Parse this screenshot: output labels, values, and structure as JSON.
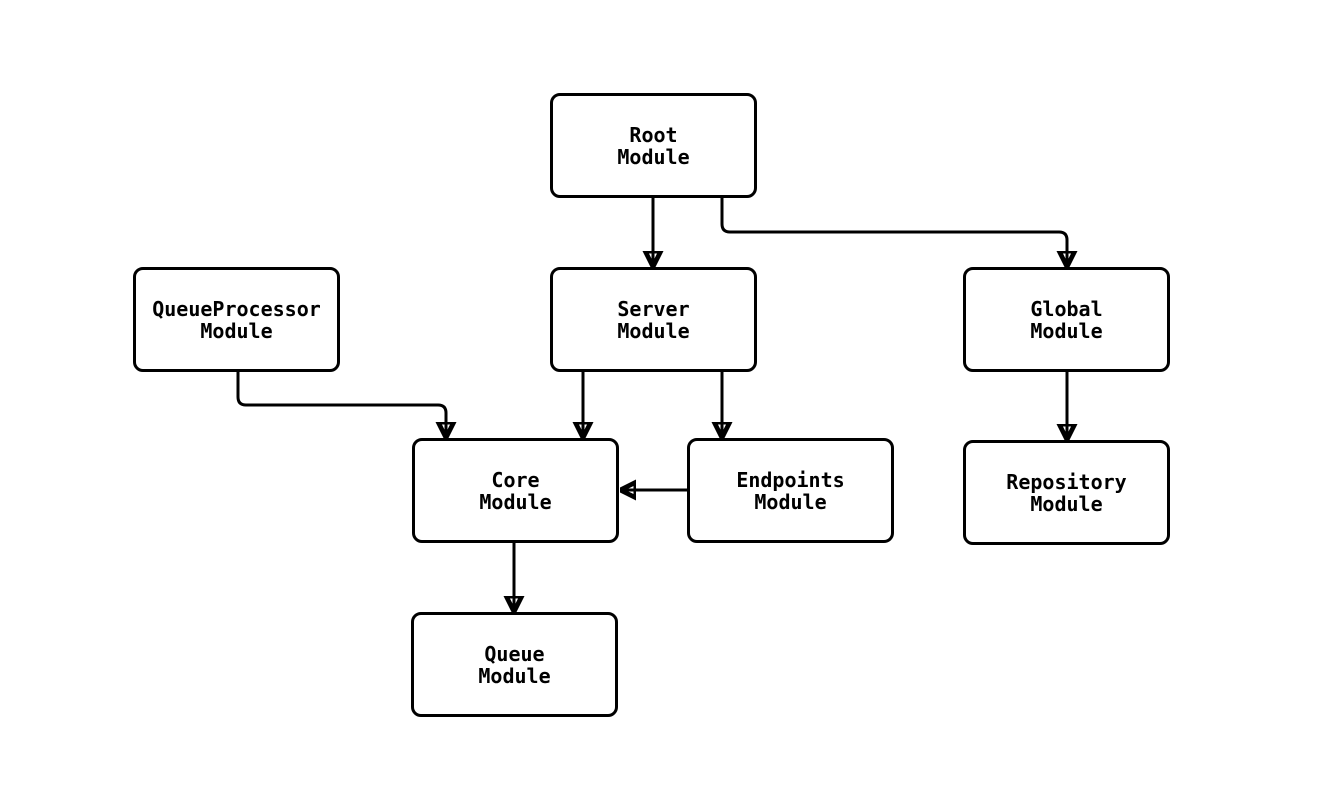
{
  "diagram": {
    "type": "flowchart",
    "background_color": "#ffffff",
    "stroke_color": "#000000",
    "text_color": "#000000",
    "nodes": {
      "root": {
        "line1": "Root",
        "line2": "Module"
      },
      "queueprocessor": {
        "line1": "QueueProcessor",
        "line2": "Module"
      },
      "server": {
        "line1": "Server",
        "line2": "Module"
      },
      "global": {
        "line1": "Global",
        "line2": "Module"
      },
      "core": {
        "line1": "Core",
        "line2": "Module"
      },
      "endpoints": {
        "line1": "Endpoints",
        "line2": "Module"
      },
      "repository": {
        "line1": "Repository",
        "line2": "Module"
      },
      "queue": {
        "line1": "Queue",
        "line2": "Module"
      }
    },
    "edges": [
      {
        "from": "Root Module",
        "to": "Server Module"
      },
      {
        "from": "Root Module",
        "to": "Global Module"
      },
      {
        "from": "QueueProcessor Module",
        "to": "Core Module"
      },
      {
        "from": "Server Module",
        "to": "Core Module"
      },
      {
        "from": "Server Module",
        "to": "Endpoints Module"
      },
      {
        "from": "Endpoints Module",
        "to": "Core Module"
      },
      {
        "from": "Global Module",
        "to": "Repository Module"
      },
      {
        "from": "Core Module",
        "to": "Queue Module"
      }
    ]
  }
}
